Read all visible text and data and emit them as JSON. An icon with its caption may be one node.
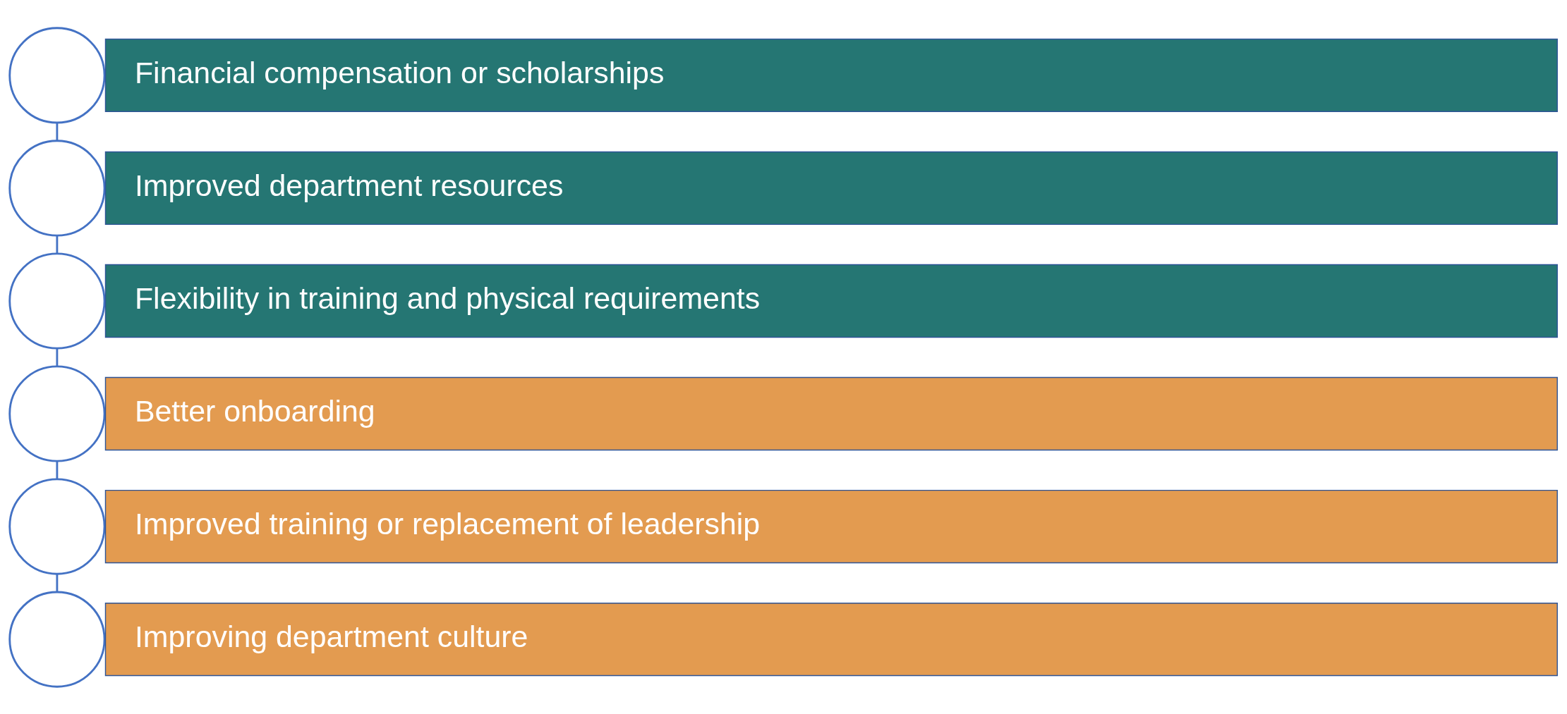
{
  "diagram": {
    "nodes": [
      {
        "text": [],
        "shape": "circle"
      },
      {
        "text": [
          "Financial compensation or scholarships"
        ]
      },
      {
        "text": [],
        "shape": "circle"
      },
      {
        "text": [
          "Improved department resources"
        ]
      },
      {
        "text": [],
        "shape": "circle"
      },
      {
        "text": [
          "Flexibility in training and physical requirements"
        ]
      },
      {
        "text": [],
        "shape": "circle"
      },
      {
        "text": [
          "Better onboarding"
        ]
      },
      {
        "text": [],
        "shape": "circle"
      },
      {
        "text": [
          "Improved training or replacement of leadership"
        ]
      },
      {
        "text": [],
        "shape": "circle"
      },
      {
        "text": [
          "Improving department culture"
        ]
      }
    ],
    "edges": [
      {
        "from": 0,
        "to": 2,
        "arrow": "none"
      },
      {
        "from": 2,
        "to": 4,
        "arrow": "none"
      },
      {
        "from": 4,
        "to": 6,
        "arrow": "none"
      },
      {
        "from": 6,
        "to": 8,
        "arrow": "none"
      },
      {
        "from": 8,
        "to": 10,
        "arrow": "none"
      }
    ]
  }
}
